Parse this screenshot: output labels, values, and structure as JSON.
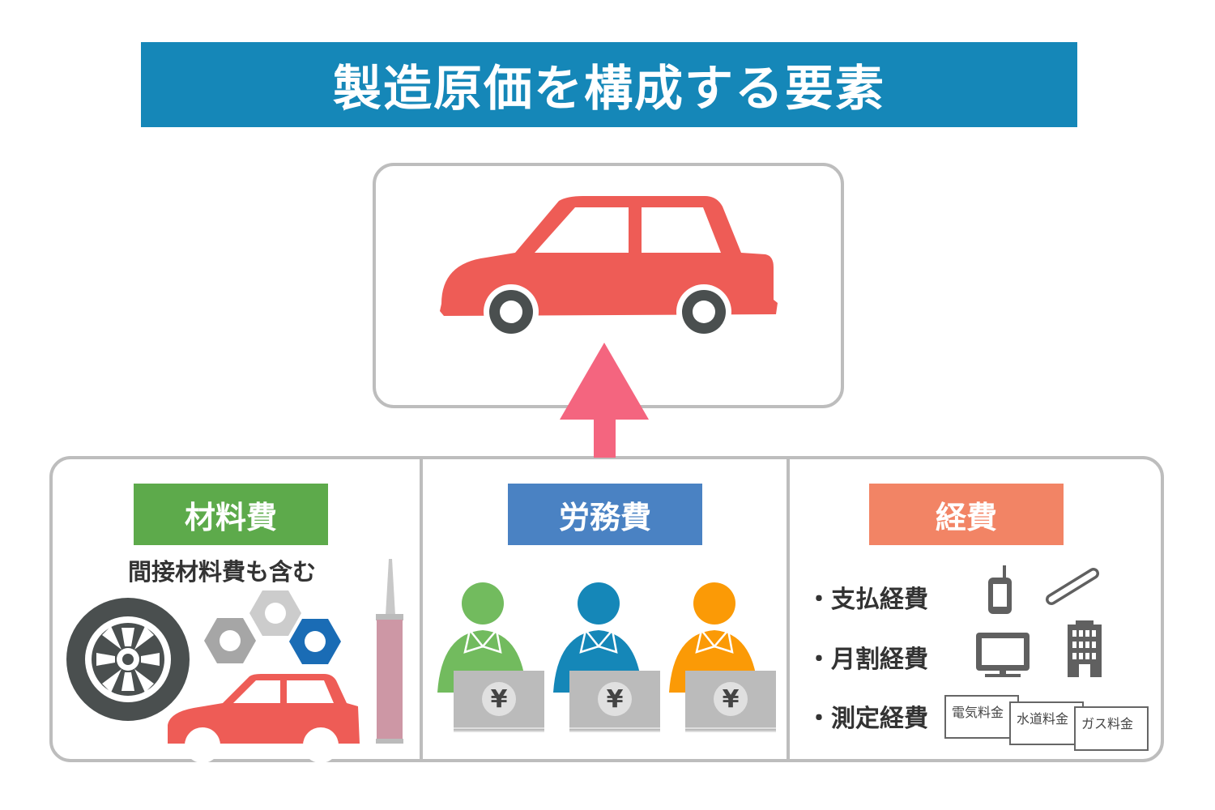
{
  "title": "製造原価を構成する要素",
  "categories": [
    {
      "label": "材料費",
      "color": "#5daa4b",
      "note": "間接材料費も含む"
    },
    {
      "label": "労務費",
      "color": "#4a82c3"
    },
    {
      "label": "経費",
      "color": "#f28465",
      "items": [
        "・支払経費",
        "・月割経費",
        "・測定経費"
      ],
      "bills": [
        "電気料金",
        "水道料金",
        "ガス料金"
      ]
    }
  ],
  "colors": {
    "title": "#1587b8",
    "car": "#ee5c56",
    "arrow": "#f4657f",
    "border": "#bdbdbd"
  },
  "yen": "¥"
}
